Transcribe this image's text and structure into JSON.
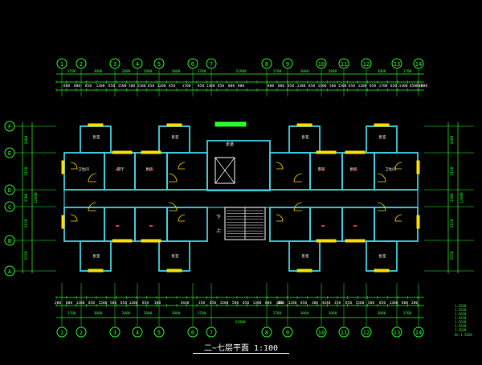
{
  "drawing": {
    "title": "二~七层平面  1:100",
    "colors": {
      "background": "#000000",
      "wall": "#3fd3e6",
      "dimension": "#2cff2c",
      "axis_bubble": "#2cff2c",
      "window": "#ffe000",
      "door": "#ffe000",
      "text_white": "#ffffff",
      "stair": "#ffffff",
      "accent_red": "#ff3030"
    },
    "column_axes": [
      "1",
      "2",
      "3",
      "4",
      "5",
      "6",
      "7",
      "8",
      "9",
      "10",
      "11",
      "12",
      "13",
      "14"
    ],
    "row_axes": [
      "F",
      "E",
      "D",
      "C",
      "B",
      "A"
    ],
    "top_dims": {
      "row1": [
        "1700",
        "3000",
        "2000",
        "2000",
        "3000",
        "1700",
        "31900",
        "1700",
        "3000",
        "2000",
        "3000",
        "1700"
      ],
      "row2": [
        "800",
        "800",
        "850",
        "1300",
        "850",
        "1500",
        "500",
        "1500",
        "850",
        "1200",
        "850",
        "1700",
        "850",
        "1300",
        "850",
        "800",
        "800"
      ],
      "total": "31900"
    },
    "bottom_dims": {
      "row1": [
        "200",
        "800",
        "1300",
        "850",
        "1500",
        "500",
        "850",
        "1200",
        "850",
        "300",
        "4440",
        "350",
        "850",
        "1500",
        "500",
        "850",
        "1300",
        "800",
        "200"
      ],
      "row2": [
        "1700",
        "3000",
        "2000",
        "2000",
        "3000",
        "1700",
        "1700",
        "3000",
        "2000",
        "3000",
        "1700"
      ],
      "total": "31900"
    },
    "left_dims": [
      "2400",
      "3150",
      "1500",
      "3150",
      "2550"
    ],
    "left_total": "12600",
    "right_dims": [
      "2400",
      "3150",
      "1500",
      "3150",
      "2550"
    ],
    "right_total": "12600",
    "room_labels": [
      "卧室",
      "卧室",
      "卧室",
      "卧室",
      "客厅",
      "客厅",
      "厨房",
      "厨房",
      "卫生间",
      "卫生间",
      "卧室",
      "卧室",
      "卧室",
      "卧室"
    ],
    "stair_labels": [
      "下",
      "上"
    ],
    "corridor_label": "走道",
    "legend_lines": [
      "1.5620",
      "1.5620",
      "1.5620",
      "1.5620",
      "1.5620",
      "1.5620",
      "1.5620"
    ],
    "legend_bottom": "He 1.5620"
  }
}
